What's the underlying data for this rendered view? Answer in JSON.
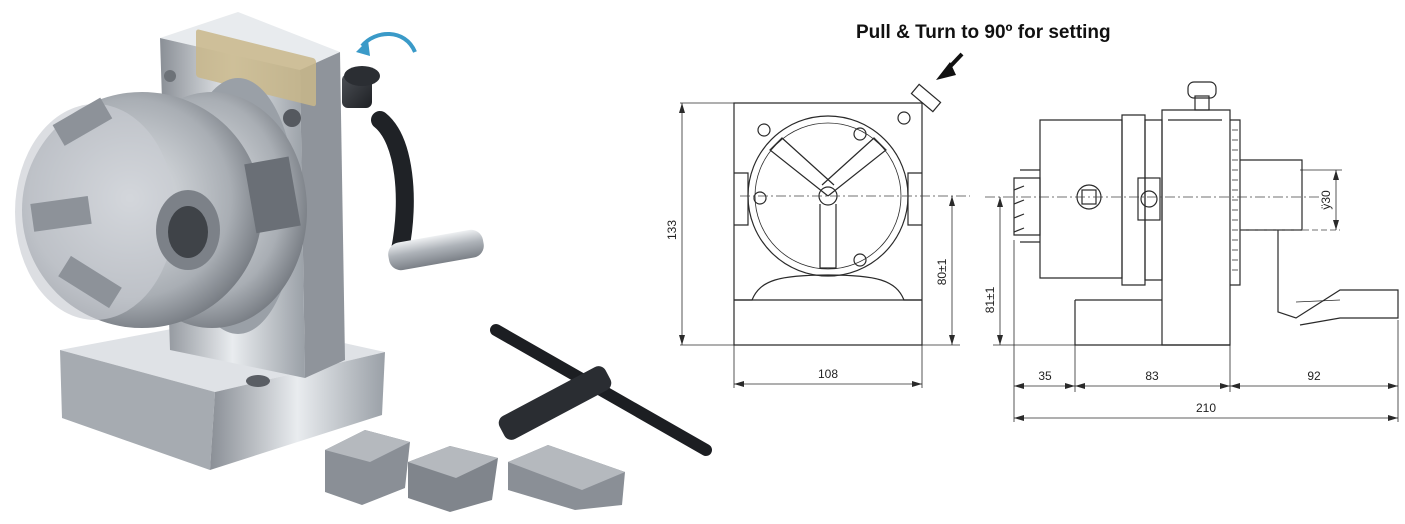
{
  "callout": {
    "text": "Pull & Turn to 90º for setting"
  },
  "dimensions": {
    "front_height": "133",
    "front_width": "108",
    "center_height_front": "80±1",
    "center_height_side": "81±1",
    "handle_offset": "ÿ30",
    "base_left": "35",
    "base_mid": "83",
    "handle_len": "92",
    "total_len": "210"
  },
  "colors": {
    "rotation_arrow": "#3a9ac8",
    "steel": "#b8bcc2",
    "drawing_line": "#2a2a2a"
  },
  "icons": [
    "rotation-arrow-icon",
    "pointer-arrow-icon"
  ]
}
